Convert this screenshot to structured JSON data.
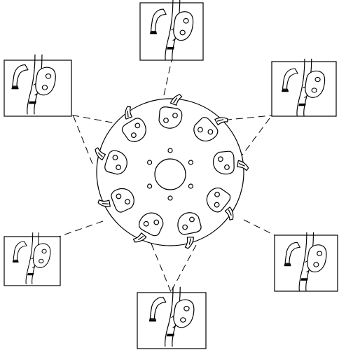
{
  "diagram": {
    "type": "technical-line-drawing",
    "disc": {
      "mounting_holes": 6,
      "lug_count": 9
    },
    "detail_views": 6
  }
}
